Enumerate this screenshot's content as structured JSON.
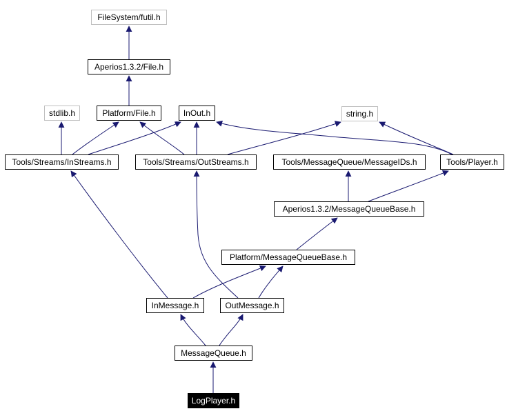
{
  "graph": {
    "edge_color": "#191970",
    "nodes": [
      {
        "id": "futil",
        "label": "FileSystem/futil.h",
        "kind": "external"
      },
      {
        "id": "aperiosFile",
        "label": "Aperios1.3.2/File.h",
        "kind": "normal"
      },
      {
        "id": "stdlib",
        "label": "stdlib.h",
        "kind": "external"
      },
      {
        "id": "platformFile",
        "label": "Platform/File.h",
        "kind": "normal"
      },
      {
        "id": "inout",
        "label": "InOut.h",
        "kind": "normal"
      },
      {
        "id": "string",
        "label": "string.h",
        "kind": "external"
      },
      {
        "id": "inStreams",
        "label": "Tools/Streams/InStreams.h",
        "kind": "normal"
      },
      {
        "id": "outStreams",
        "label": "Tools/Streams/OutStreams.h",
        "kind": "normal"
      },
      {
        "id": "messageIDs",
        "label": "Tools/MessageQueue/MessageIDs.h",
        "kind": "normal"
      },
      {
        "id": "player",
        "label": "Tools/Player.h",
        "kind": "normal"
      },
      {
        "id": "aperiosMQB",
        "label": "Aperios1.3.2/MessageQueueBase.h",
        "kind": "normal"
      },
      {
        "id": "platformMQB",
        "label": "Platform/MessageQueueBase.h",
        "kind": "normal"
      },
      {
        "id": "inMessage",
        "label": "InMessage.h",
        "kind": "normal"
      },
      {
        "id": "outMessage",
        "label": "OutMessage.h",
        "kind": "normal"
      },
      {
        "id": "messageQueue",
        "label": "MessageQueue.h",
        "kind": "normal"
      },
      {
        "id": "logPlayer",
        "label": "LogPlayer.h",
        "kind": "current"
      }
    ],
    "edges": [
      {
        "from": "aperiosFile",
        "to": "futil"
      },
      {
        "from": "platformFile",
        "to": "aperiosFile"
      },
      {
        "from": "inStreams",
        "to": "stdlib"
      },
      {
        "from": "inStreams",
        "to": "platformFile"
      },
      {
        "from": "inStreams",
        "to": "inout"
      },
      {
        "from": "outStreams",
        "to": "platformFile"
      },
      {
        "from": "outStreams",
        "to": "inout"
      },
      {
        "from": "outStreams",
        "to": "string"
      },
      {
        "from": "player",
        "to": "inout"
      },
      {
        "from": "player",
        "to": "string"
      },
      {
        "from": "aperiosMQB",
        "to": "messageIDs"
      },
      {
        "from": "aperiosMQB",
        "to": "player"
      },
      {
        "from": "platformMQB",
        "to": "aperiosMQB"
      },
      {
        "from": "inMessage",
        "to": "inStreams"
      },
      {
        "from": "inMessage",
        "to": "platformMQB"
      },
      {
        "from": "outMessage",
        "to": "outStreams"
      },
      {
        "from": "outMessage",
        "to": "platformMQB"
      },
      {
        "from": "messageQueue",
        "to": "inMessage"
      },
      {
        "from": "messageQueue",
        "to": "outMessage"
      },
      {
        "from": "logPlayer",
        "to": "messageQueue"
      }
    ]
  }
}
